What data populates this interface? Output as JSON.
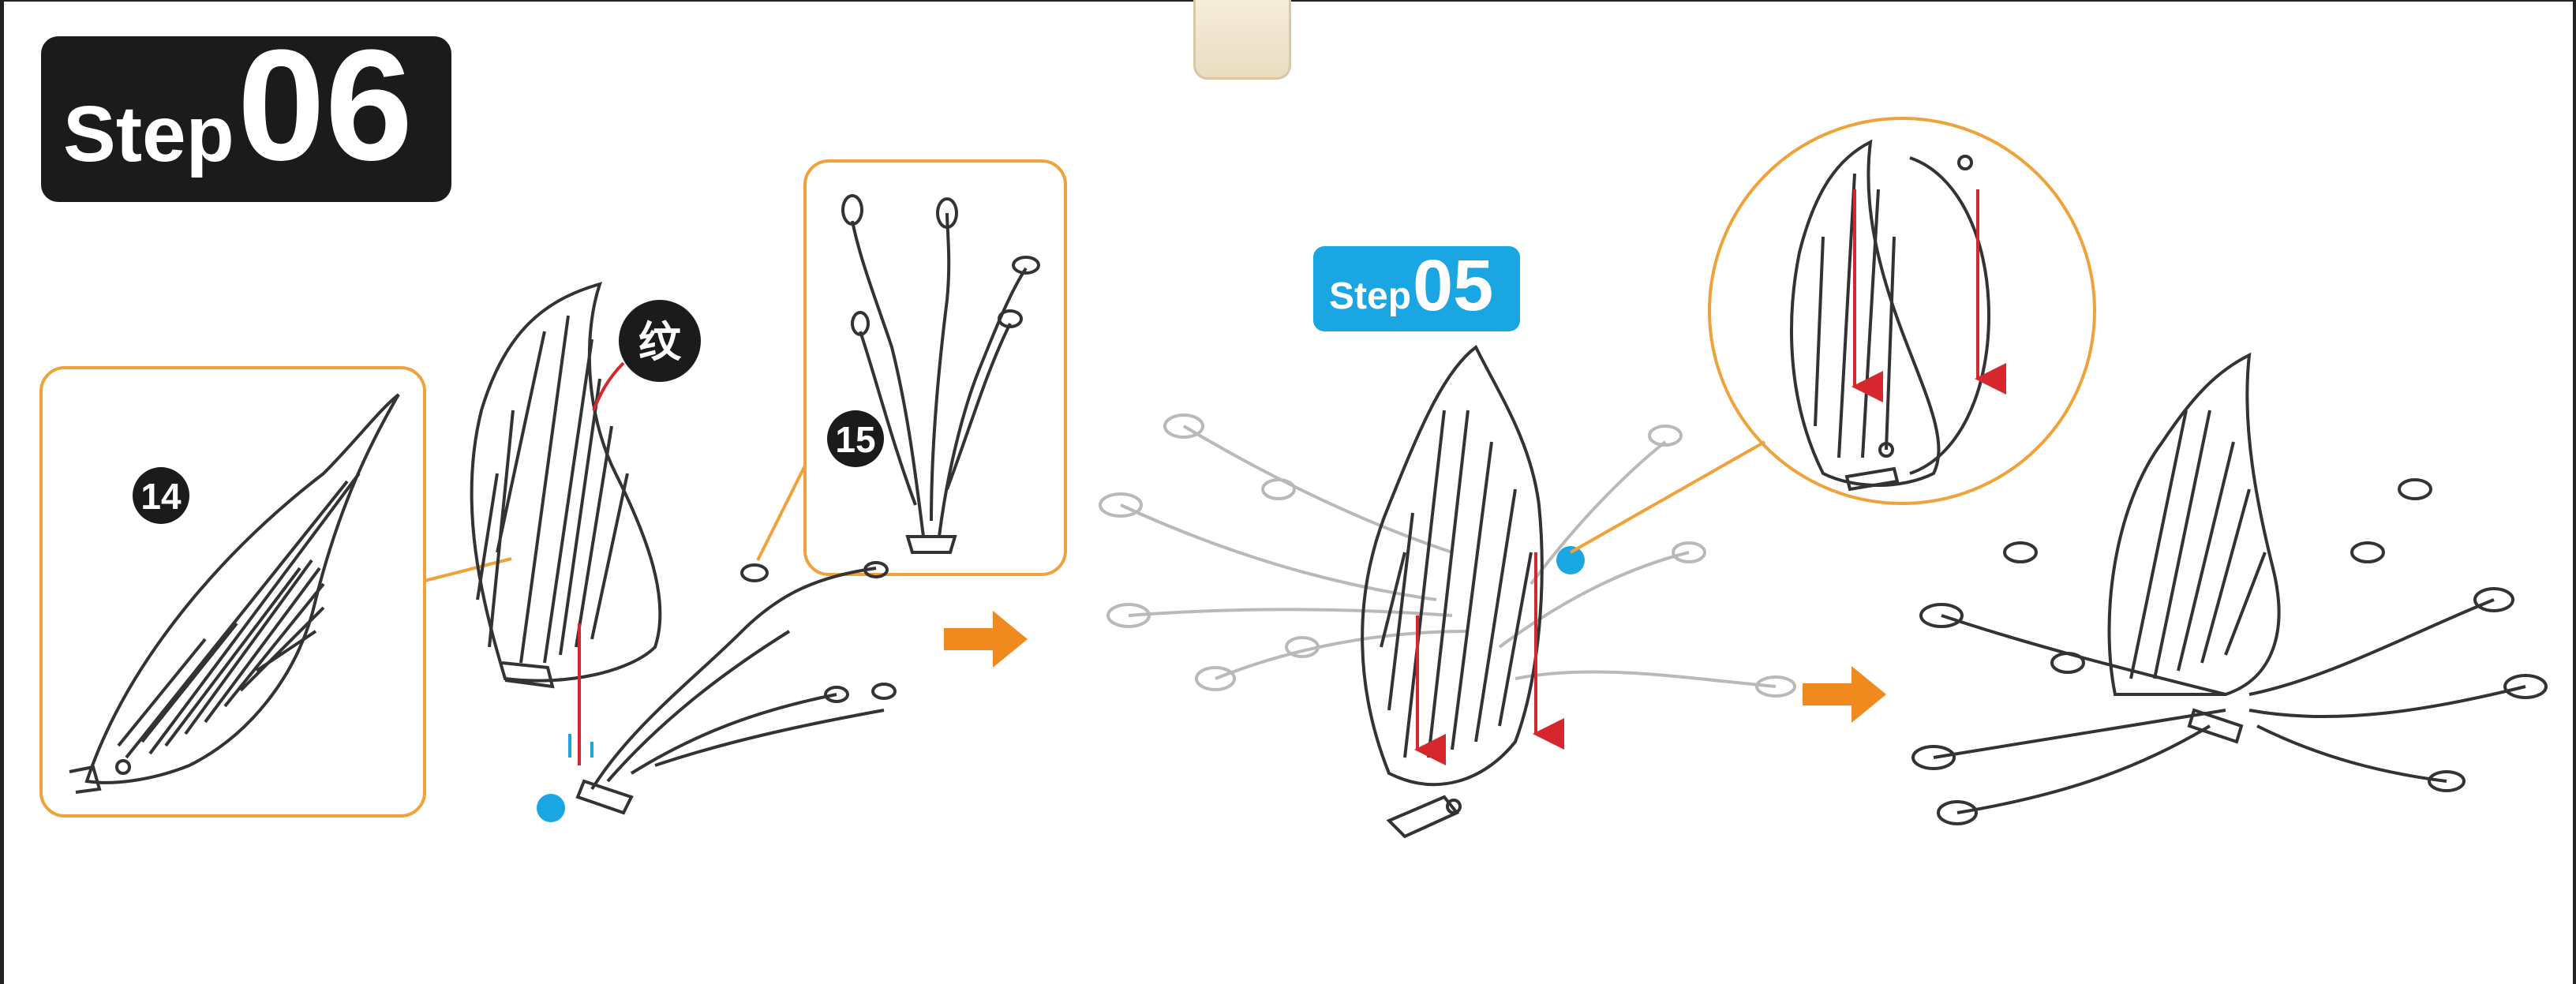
{
  "step_main": {
    "word": "Step",
    "number": "06"
  },
  "step_ref": {
    "word": "Step",
    "number": "05"
  },
  "part_labels": {
    "part_a": "14",
    "part_b": "15"
  },
  "texture_marker": "纹",
  "colors": {
    "badge_dark": "#1b1b1b",
    "step_ref_blue": "#1aa6e3",
    "callout_orange": "#f0a23a",
    "arrow_orange": "#f08a1e",
    "guide_red": "#d6262e",
    "dot_blue": "#1aa6e3",
    "line_art": "#333333",
    "faded_art": "#b9b9b9"
  },
  "icons": [
    "right-arrow-icon",
    "down-arrow-icon",
    "blue-dot-marker"
  ]
}
